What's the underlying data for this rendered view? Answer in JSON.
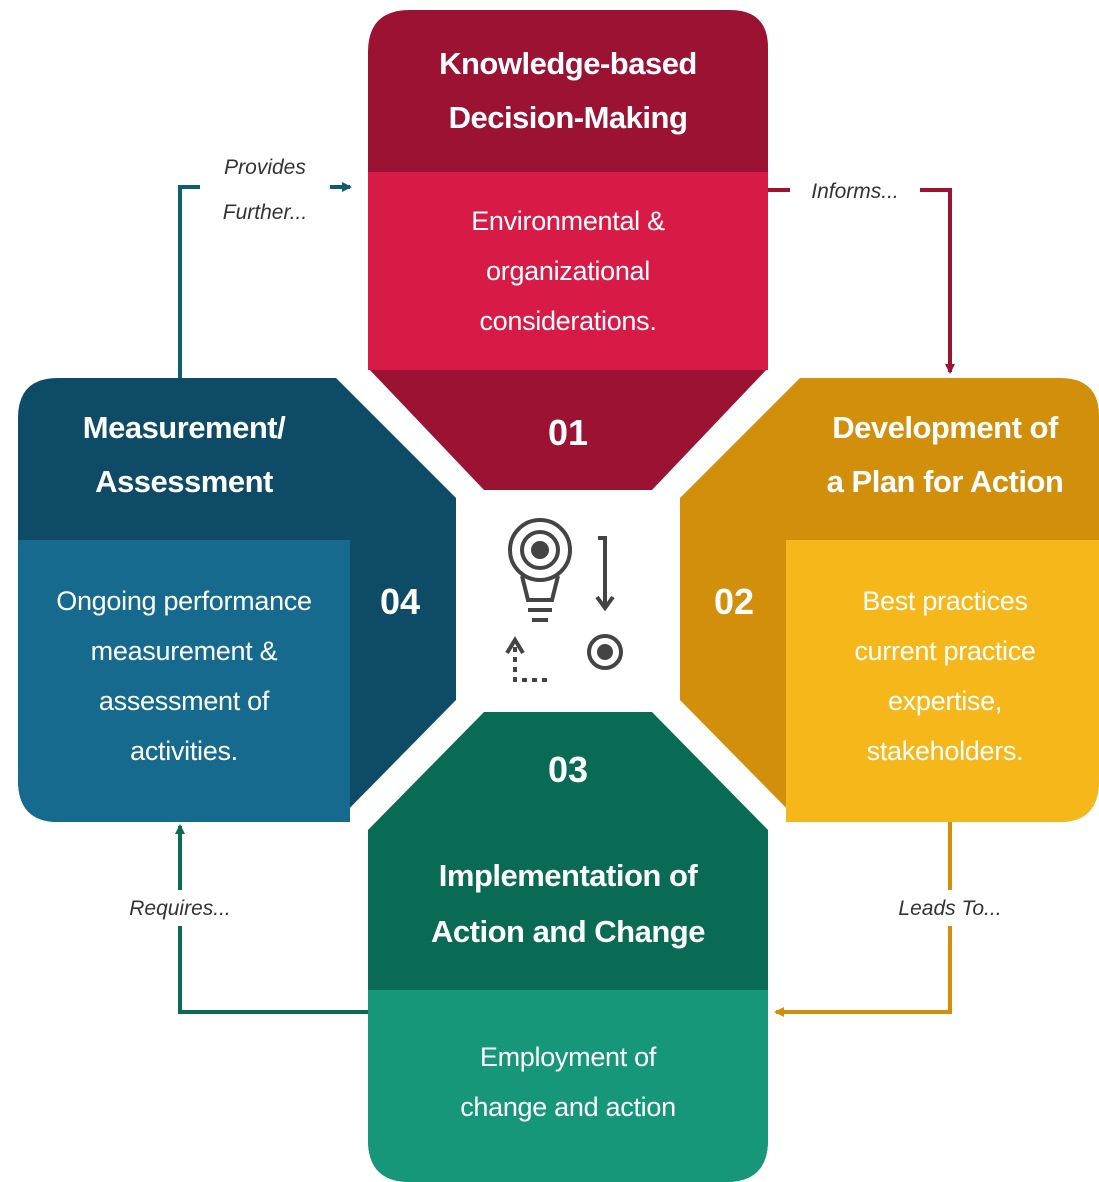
{
  "colors": {
    "step1_dark": "#9B1233",
    "step1_light": "#D81B46",
    "step2_dark": "#D28F0C",
    "step2_light": "#F6B71B",
    "step3_dark": "#0A6B54",
    "step3_light": "#17977A",
    "step4_dark": "#0E4B66",
    "step4_light": "#156A8D",
    "icon": "#444444"
  },
  "steps": [
    {
      "number": "01",
      "title_lines": [
        "Knowledge-based",
        "Decision-Making"
      ],
      "desc_lines": [
        "Environmental &",
        "organizational",
        "considerations."
      ]
    },
    {
      "number": "02",
      "title_lines": [
        "Development of",
        "a Plan for Action"
      ],
      "desc_lines": [
        "Best practices",
        "current practice",
        "expertise,",
        "stakeholders."
      ]
    },
    {
      "number": "03",
      "title_lines": [
        "Implementation of",
        "Action and Change"
      ],
      "desc_lines": [
        "Employment of",
        "change and action"
      ]
    },
    {
      "number": "04",
      "title_lines": [
        "Measurement/",
        "Assessment"
      ],
      "desc_lines": [
        "Ongoing performance",
        "measurement &",
        "assessment of",
        "activities."
      ]
    }
  ],
  "connectors": {
    "provides": [
      "Provides",
      "Further..."
    ],
    "informs": "Informs...",
    "leads": "Leads To...",
    "requires": "Requires..."
  },
  "center_icon": "lightbulb-target-cycle-icon"
}
